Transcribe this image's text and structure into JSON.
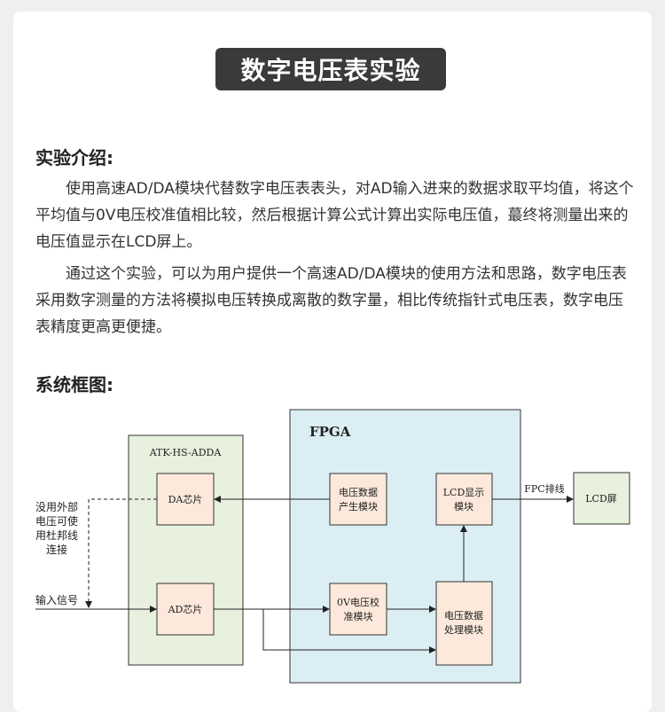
{
  "page_title": "数字电压表实验",
  "intro": {
    "heading": "实验介绍:",
    "p1": "使用高速AD/DA模块代替数字电压表表头，对AD输入进来的数据求取平均值，将这个平均值与0V电压校准值相比较，然后根据计算公式计算出实际电压值，蕞终将测量出来的电压值显示在LCD屏上。",
    "p2": "通过这个实验，可以为用户提供一个高速AD/DA模块的使用方法和思路，数字电压表采用数字测量的方法将模拟电压转换成离散的数字量，相比传统指针式电压表，数字电压表精度更高更便捷。"
  },
  "diagram": {
    "heading": "系统框图:",
    "fpga_label": "FPGA",
    "adda_label": "ATK-HS-ADDA",
    "da_chip": "DA芯片",
    "ad_chip": "AD芯片",
    "gen_module": [
      "电压数据",
      "产生模块"
    ],
    "cal_module": [
      "0V电压校",
      "准模块"
    ],
    "proc_module": [
      "电压数据",
      "处理模块"
    ],
    "lcd_module": [
      "LCD显示",
      "模块"
    ],
    "lcd_screen": "LCD屏",
    "fpc_label": "FPC排线",
    "note_lines": [
      "没用外部",
      "电压可使",
      "用杜邦线",
      "连接"
    ],
    "input_label": "输入信号",
    "colors": {
      "fpga_fill": "#dbeef4",
      "adda_fill": "#e8f0de",
      "module_fill": "#fce9db",
      "lcd_fill": "#e8f0de"
    }
  }
}
